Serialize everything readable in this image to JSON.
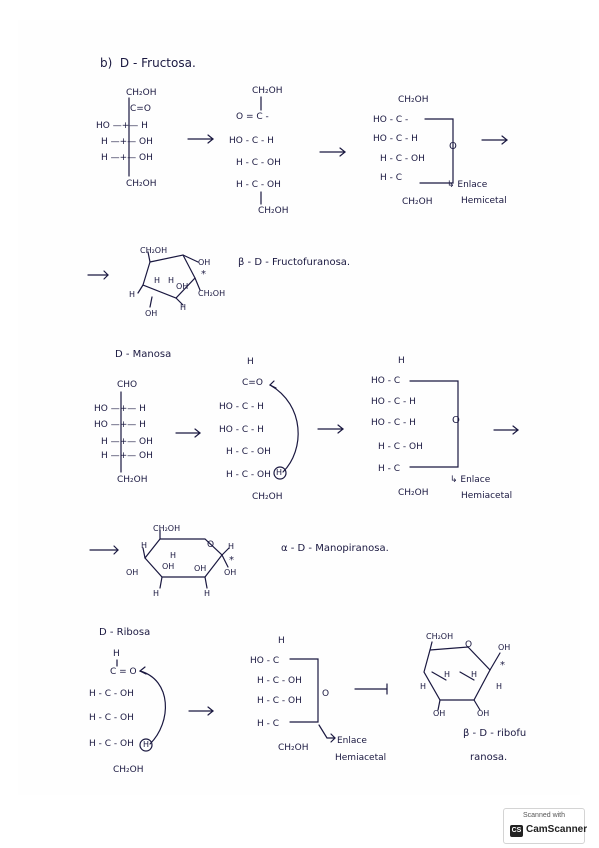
{
  "fructosa": {
    "title": "b)  D - Fructosa.",
    "fischer": [
      "CH₂OH",
      "C=O",
      "HO —+— H",
      "H —+— OH",
      "H —+— OH",
      "CH₂OH"
    ],
    "open": [
      "CH₂OH",
      "O = C -",
      "HO - C - H",
      "H - C - OH",
      "H - C - OH",
      "CH₂OH"
    ],
    "cyclic": [
      "CH₂OH",
      "HO - C -",
      "HO - C - H",
      "H - C - OH",
      "H - C",
      "CH₂OH"
    ],
    "ring_o": "O",
    "enlace": [
      "↳ Enlace",
      "Hemicetal"
    ],
    "haworth": {
      "ch2oh_top": "CH₂OH",
      "oh_top": "OH",
      "h1": "H",
      "h2": "H",
      "oh_mid": "OH",
      "ch2oh_right": "CH₂OH",
      "h_bot": "H",
      "oh_bot": "OH",
      "h_left": "H",
      "star": "*"
    },
    "name": "β - D - Fructofuranosa."
  },
  "manosa": {
    "title": "D - Manosa",
    "fischer": [
      "CHO",
      "HO —+— H",
      "HO —+— H",
      "H —+— OH",
      "H —+— OH",
      "CH₂OH"
    ],
    "open": [
      "H",
      "C=O",
      "HO - C - H",
      "HO - C - H",
      "H - C - OH",
      "H - C - OH",
      "CH₂OH"
    ],
    "circled_h": "H",
    "cyclic": [
      "H",
      "HO - C",
      "HO - C - H",
      "HO - C - H",
      "H - C - OH",
      "H - C",
      "CH₂OH"
    ],
    "ring_o": "O",
    "enlace": [
      "↳ Enlace",
      "Hemiacetal"
    ],
    "haworth": {
      "ch2oh": "CH₂OH",
      "o": "O",
      "h_r": "H",
      "h1": "H",
      "h2": "H",
      "oh1": "OH",
      "oh2": "OH",
      "oh3": "OH",
      "oh4": "OH",
      "h3": "H",
      "h4": "H",
      "star": "*"
    },
    "name": "α - D - Manopiranosa."
  },
  "ribosa": {
    "title": "D - Ribosa",
    "open": [
      "H",
      "C = O",
      "H - C - OH",
      "H - C - OH",
      "H - C - OH",
      "CH₂OH"
    ],
    "circled_h": "H",
    "cyclic": [
      "H",
      "HO - C",
      "H - C - OH",
      "H - C - OH",
      "H - C",
      "CH₂OH"
    ],
    "ring_o": "O",
    "enlace": [
      "Enlace",
      "Hemiacetal"
    ],
    "haworth": {
      "ch2oh": "CH₂OH",
      "o": "O",
      "oh_r": "OH",
      "h1": "H",
      "h2": "H",
      "h3": "H",
      "h4": "H",
      "oh1": "OH",
      "oh2": "OH",
      "star": "*"
    },
    "name": [
      "β - D - ribofu",
      "ranosa."
    ]
  },
  "badge": {
    "small": "Scanned with",
    "brand": "CamScanner",
    "logo": "CS"
  }
}
